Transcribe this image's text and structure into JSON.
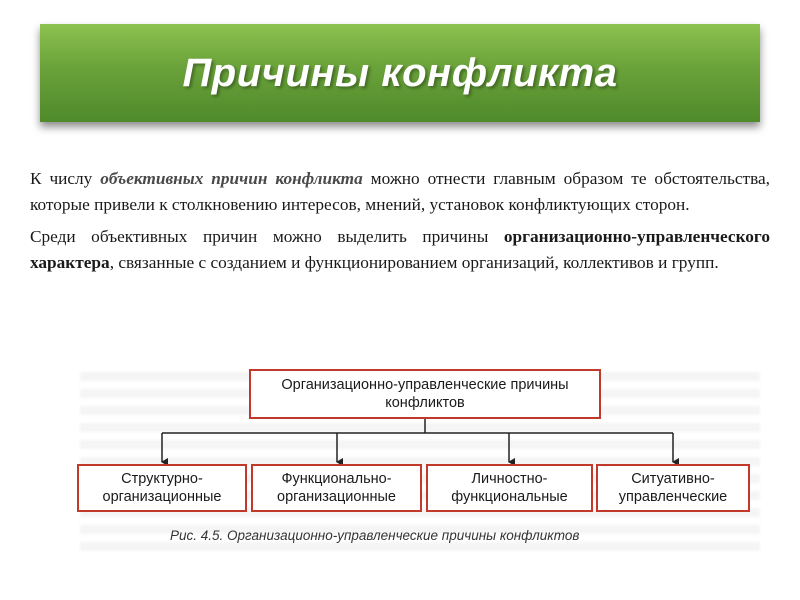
{
  "slide": {
    "title": "Причины конфликта",
    "paragraph1": {
      "prefix": "К числу ",
      "emphasis": "объективных причин конфликта",
      "suffix": " можно отнести главным образом те обстоятельства, которые привели к столкновению интересов, мнений, установок конфликтующих сторон."
    },
    "paragraph2": {
      "prefix": "Среди объективных причин можно выделить причины ",
      "emphasis": "организационно-управленческого характера",
      "suffix": ", связанные с созданием и функционированием организаций, коллективов и групп."
    }
  },
  "diagram": {
    "root": "Организационно-управленческие причины\nконфликтов",
    "children": [
      "Структурно-\nорганизационные",
      "Функционально-\nорганизационные",
      "Личностно-\nфункциональные",
      "Ситуативно-\nуправленческие"
    ],
    "caption": "Рис. 4.5. Организационно-управленческие причины конфликтов",
    "colors": {
      "border": "#c0392b",
      "connector": "#222222"
    }
  }
}
